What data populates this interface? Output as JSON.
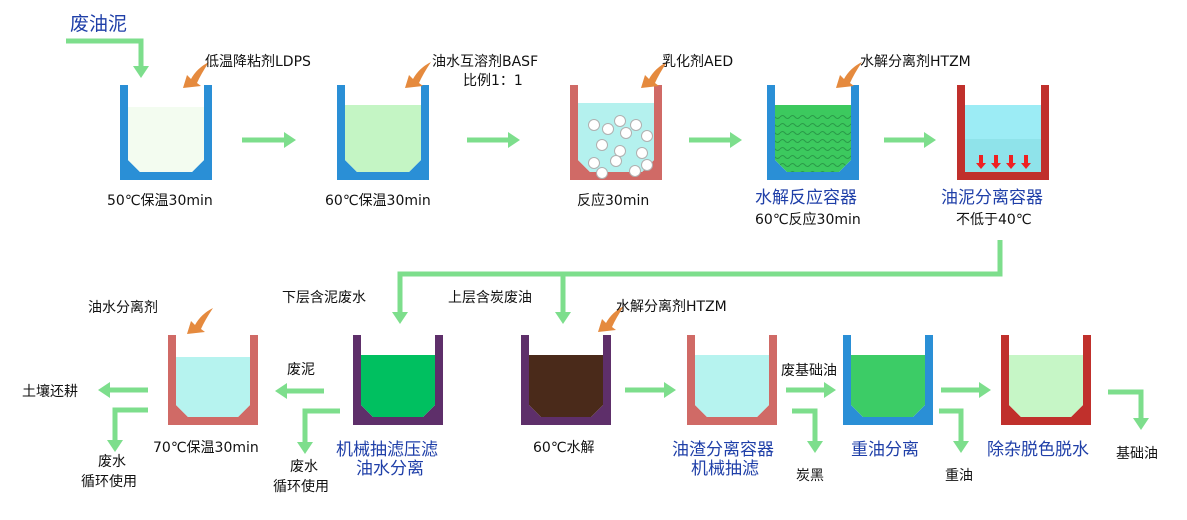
{
  "title": "废油泥",
  "colors": {
    "flow_arrow": "#7dde8c",
    "additive_arrow": "#e58a3e",
    "container_label": "#1f3fa8",
    "blue_wall": "#2a8fd6",
    "red_wall": "#c0302c",
    "pink_wall": "#d06a66",
    "purple_wall": "#5e2f6a"
  },
  "row1": {
    "containers": [
      {
        "id": "c1",
        "wall": "#2a8fd6",
        "fill": "#f3fcf0",
        "additive": "低温降粘剂LDPS",
        "caption": "50℃保温30min"
      },
      {
        "id": "c2",
        "wall": "#2a8fd6",
        "fill": "#c4f5c4",
        "additive": "油水互溶剂BASF",
        "additive_sub": "比例1：1",
        "caption": "60℃保温30min"
      },
      {
        "id": "c3",
        "wall": "#d06a66",
        "fill": "#b4f1ee",
        "additive": "乳化剂AED",
        "caption": "反应30min",
        "pattern": "bubbles"
      },
      {
        "id": "c4",
        "wall": "#2a8fd6",
        "fill": "#3cc95e",
        "additive": "水解分离剂HTZM",
        "name": "水解反应容器",
        "caption": "60℃反应30min",
        "pattern": "waves"
      },
      {
        "id": "c5",
        "wall": "#c0302c",
        "fill": "#9cecf5",
        "name": "油泥分离容器",
        "caption": "不低于40℃",
        "pattern": "down-arrows"
      }
    ]
  },
  "split_labels": {
    "lower": "下层含泥废水",
    "upper": "上层含炭废油"
  },
  "row2": {
    "containers": [
      {
        "id": "d1",
        "wall": "#d06a66",
        "fill": "#b6f3ef",
        "additive": "油水分离剂",
        "caption": "70℃保温30min"
      },
      {
        "id": "d2",
        "wall": "#5e2f6a",
        "fill": "#00c060",
        "name_line1": "机械抽滤压滤",
        "name_line2": "油水分离"
      },
      {
        "id": "d3",
        "wall": "#5e2f6a",
        "fill": "#4a2a1a",
        "additive": "水解分离剂HTZM",
        "caption": "60℃水解"
      },
      {
        "id": "d4",
        "wall": "#d06a66",
        "fill": "#b6f3ef",
        "name_line1": "油渣分离容器",
        "name_line2": "机械抽滤"
      },
      {
        "id": "d5",
        "wall": "#2a8fd6",
        "fill": "#3ccc66",
        "name": "重油分离"
      },
      {
        "id": "d6",
        "wall": "#c0302c",
        "fill": "#c6f6c6",
        "name": "除杂脱色脱水"
      }
    ],
    "outputs": {
      "soil": "土壤还耕",
      "wastewater1_line1": "废水",
      "wastewater1_line2": "循环使用",
      "sludge": "废泥",
      "wastewater2_line1": "废水",
      "wastewater2_line2": "循环使用",
      "waste_base_oil": "废基础油",
      "carbon_black": "炭黑",
      "heavy_oil": "重油",
      "base_oil": "基础油"
    }
  }
}
